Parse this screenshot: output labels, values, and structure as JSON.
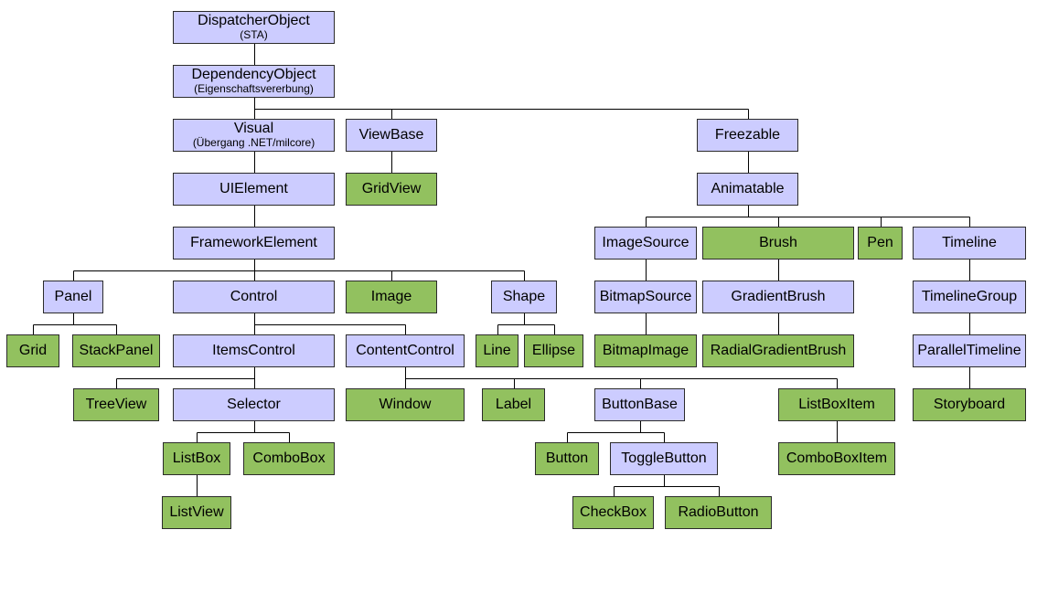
{
  "colors": {
    "abstract": "#ccccff",
    "concrete": "#92c15f",
    "line": "#000000",
    "border": "#2b2b2b"
  },
  "nodes": {
    "dispatcher_object": {
      "label": "DispatcherObject",
      "sub": "(STA)",
      "kind": "abstract"
    },
    "dependency_object": {
      "label": "DependencyObject",
      "sub": "(Eigenschaftsvererbung)",
      "kind": "abstract"
    },
    "visual": {
      "label": "Visual",
      "sub": "(Übergang .NET/milcore)",
      "kind": "abstract"
    },
    "viewbase": {
      "label": "ViewBase",
      "kind": "abstract"
    },
    "freezable": {
      "label": "Freezable",
      "kind": "abstract"
    },
    "uielement": {
      "label": "UIElement",
      "kind": "abstract"
    },
    "gridview": {
      "label": "GridView",
      "kind": "concrete"
    },
    "animatable": {
      "label": "Animatable",
      "kind": "abstract"
    },
    "framework_element": {
      "label": "FrameworkElement",
      "kind": "abstract"
    },
    "imagesource": {
      "label": "ImageSource",
      "kind": "abstract"
    },
    "brush": {
      "label": "Brush",
      "kind": "concrete"
    },
    "pen": {
      "label": "Pen",
      "kind": "concrete"
    },
    "timeline": {
      "label": "Timeline",
      "kind": "abstract"
    },
    "panel": {
      "label": "Panel",
      "kind": "abstract"
    },
    "control": {
      "label": "Control",
      "kind": "abstract"
    },
    "image": {
      "label": "Image",
      "kind": "concrete"
    },
    "shape": {
      "label": "Shape",
      "kind": "abstract"
    },
    "bitmapsource": {
      "label": "BitmapSource",
      "kind": "abstract"
    },
    "gradientbrush": {
      "label": "GradientBrush",
      "kind": "abstract"
    },
    "timelinegroup": {
      "label": "TimelineGroup",
      "kind": "abstract"
    },
    "grid": {
      "label": "Grid",
      "kind": "concrete"
    },
    "stackpanel": {
      "label": "StackPanel",
      "kind": "concrete"
    },
    "itemscontrol": {
      "label": "ItemsControl",
      "kind": "abstract"
    },
    "contentcontrol": {
      "label": "ContentControl",
      "kind": "abstract"
    },
    "line": {
      "label": "Line",
      "kind": "concrete"
    },
    "ellipse": {
      "label": "Ellipse",
      "kind": "concrete"
    },
    "bitmapimage": {
      "label": "BitmapImage",
      "kind": "concrete"
    },
    "radialgradientbrush": {
      "label": "RadialGradientBrush",
      "kind": "concrete"
    },
    "paralleltimeline": {
      "label": "ParallelTimeline",
      "kind": "abstract"
    },
    "treeview": {
      "label": "TreeView",
      "kind": "concrete"
    },
    "selector": {
      "label": "Selector",
      "kind": "abstract"
    },
    "window": {
      "label": "Window",
      "kind": "concrete"
    },
    "label": {
      "label": "Label",
      "kind": "concrete"
    },
    "buttonbase": {
      "label": "ButtonBase",
      "kind": "abstract"
    },
    "listboxitem": {
      "label": "ListBoxItem",
      "kind": "concrete"
    },
    "storyboard": {
      "label": "Storyboard",
      "kind": "concrete"
    },
    "listbox": {
      "label": "ListBox",
      "kind": "concrete"
    },
    "combobox": {
      "label": "ComboBox",
      "kind": "concrete"
    },
    "button": {
      "label": "Button",
      "kind": "concrete"
    },
    "togglebutton": {
      "label": "ToggleButton",
      "kind": "abstract"
    },
    "comboboxitem": {
      "label": "ComboBoxItem",
      "kind": "concrete"
    },
    "listview": {
      "label": "ListView",
      "kind": "concrete"
    },
    "checkbox": {
      "label": "CheckBox",
      "kind": "concrete"
    },
    "radiobutton": {
      "label": "RadioButton",
      "kind": "concrete"
    }
  },
  "edges": [
    [
      "dispatcher_object",
      "dependency_object"
    ],
    [
      "dependency_object",
      "visual"
    ],
    [
      "dependency_object",
      "viewbase"
    ],
    [
      "dependency_object",
      "freezable"
    ],
    [
      "visual",
      "uielement"
    ],
    [
      "viewbase",
      "gridview"
    ],
    [
      "freezable",
      "animatable"
    ],
    [
      "uielement",
      "framework_element"
    ],
    [
      "animatable",
      "imagesource"
    ],
    [
      "animatable",
      "brush"
    ],
    [
      "animatable",
      "pen"
    ],
    [
      "animatable",
      "timeline"
    ],
    [
      "framework_element",
      "panel"
    ],
    [
      "framework_element",
      "control"
    ],
    [
      "framework_element",
      "image"
    ],
    [
      "framework_element",
      "shape"
    ],
    [
      "imagesource",
      "bitmapsource"
    ],
    [
      "brush",
      "gradientbrush"
    ],
    [
      "timeline",
      "timelinegroup"
    ],
    [
      "panel",
      "grid"
    ],
    [
      "panel",
      "stackpanel"
    ],
    [
      "control",
      "itemscontrol"
    ],
    [
      "control",
      "contentcontrol"
    ],
    [
      "shape",
      "line"
    ],
    [
      "shape",
      "ellipse"
    ],
    [
      "bitmapsource",
      "bitmapimage"
    ],
    [
      "gradientbrush",
      "radialgradientbrush"
    ],
    [
      "timelinegroup",
      "paralleltimeline"
    ],
    [
      "itemscontrol",
      "treeview"
    ],
    [
      "itemscontrol",
      "selector"
    ],
    [
      "contentcontrol",
      "window"
    ],
    [
      "contentcontrol",
      "label"
    ],
    [
      "contentcontrol",
      "buttonbase"
    ],
    [
      "contentcontrol",
      "listboxitem"
    ],
    [
      "paralleltimeline",
      "storyboard"
    ],
    [
      "selector",
      "listbox"
    ],
    [
      "selector",
      "combobox"
    ],
    [
      "buttonbase",
      "button"
    ],
    [
      "buttonbase",
      "togglebutton"
    ],
    [
      "listboxitem",
      "comboboxitem"
    ],
    [
      "listbox",
      "listview"
    ],
    [
      "togglebutton",
      "checkbox"
    ],
    [
      "togglebutton",
      "radiobutton"
    ]
  ]
}
